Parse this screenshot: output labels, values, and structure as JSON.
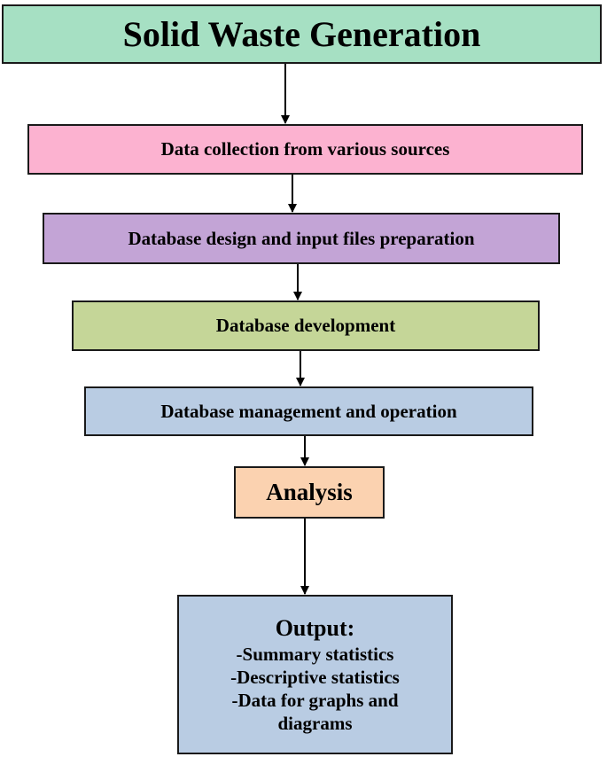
{
  "steps": {
    "solid_waste_generation": "Solid Waste Generation",
    "data_collection": "Data collection from various sources",
    "database_design": "Database design and input files preparation",
    "database_development": "Database development",
    "database_management": "Database management and operation",
    "analysis": "Analysis"
  },
  "output": {
    "heading": "Output:",
    "lines": [
      "-Summary statistics",
      "-Descriptive statistics",
      "-Data for graphs and",
      "diagrams"
    ]
  },
  "colors": {
    "solid_waste_generation": "#a6e0c3",
    "data_collection": "#fcb2d0",
    "database_design": "#c3a4d6",
    "database_development": "#c5d698",
    "database_management": "#b9cce3",
    "analysis": "#fbd2b0",
    "output": "#b9cce3",
    "border": "#1a1a1a"
  }
}
